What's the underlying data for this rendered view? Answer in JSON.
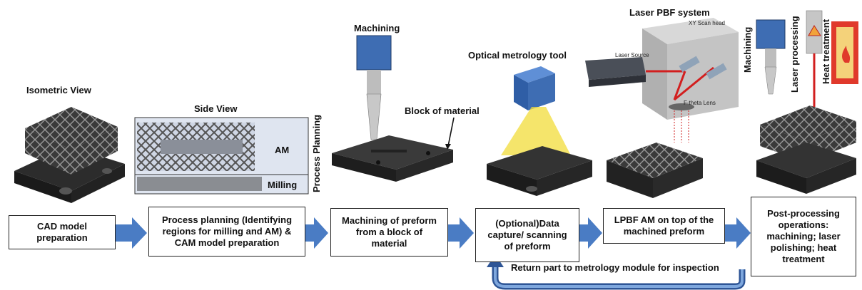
{
  "labels": {
    "isometric_view": "Isometric View",
    "side_view": "Side View",
    "process_planning": "Process Planning",
    "am": "AM",
    "milling": "Milling",
    "machining_top": "Machining",
    "block_of_material": "Block of material",
    "optical_metrology_tool": "Optical metrology tool",
    "laser_pbf_system": "Laser PBF system",
    "xy_scan_head": "XY Scan head",
    "laser_source": "Laser Source",
    "f_theta_lens": "F-theta Lens",
    "machining_vertical": "Machining",
    "laser_processing": "Laser processing",
    "heat_treatment": "Heat treatment",
    "return_part": "Return part to metrology module for inspection"
  },
  "steps": [
    "CAD model\npreparation",
    "Process planning (Identifying\nregions for milling and AM) &\nCAM model preparation",
    "Machining of preform\nfrom a block of\nmaterial",
    "(Optional)Data\ncapture/ scanning\nof preform",
    "LPBF AM on top of the\nmachined preform",
    "Post-processing\noperations:\nmachining; laser\npolishing; heat\ntreatment"
  ],
  "colors": {
    "arrow_blue": "#4a7cc4",
    "arrow_dark": "#2e5596",
    "part_dark": "#2a2a2a",
    "tool_blue": "#3e6db3",
    "laser_red": "#d21f1f",
    "metrology_yellow": "#f2dc3a",
    "heat_orange": "#f2a33a"
  }
}
